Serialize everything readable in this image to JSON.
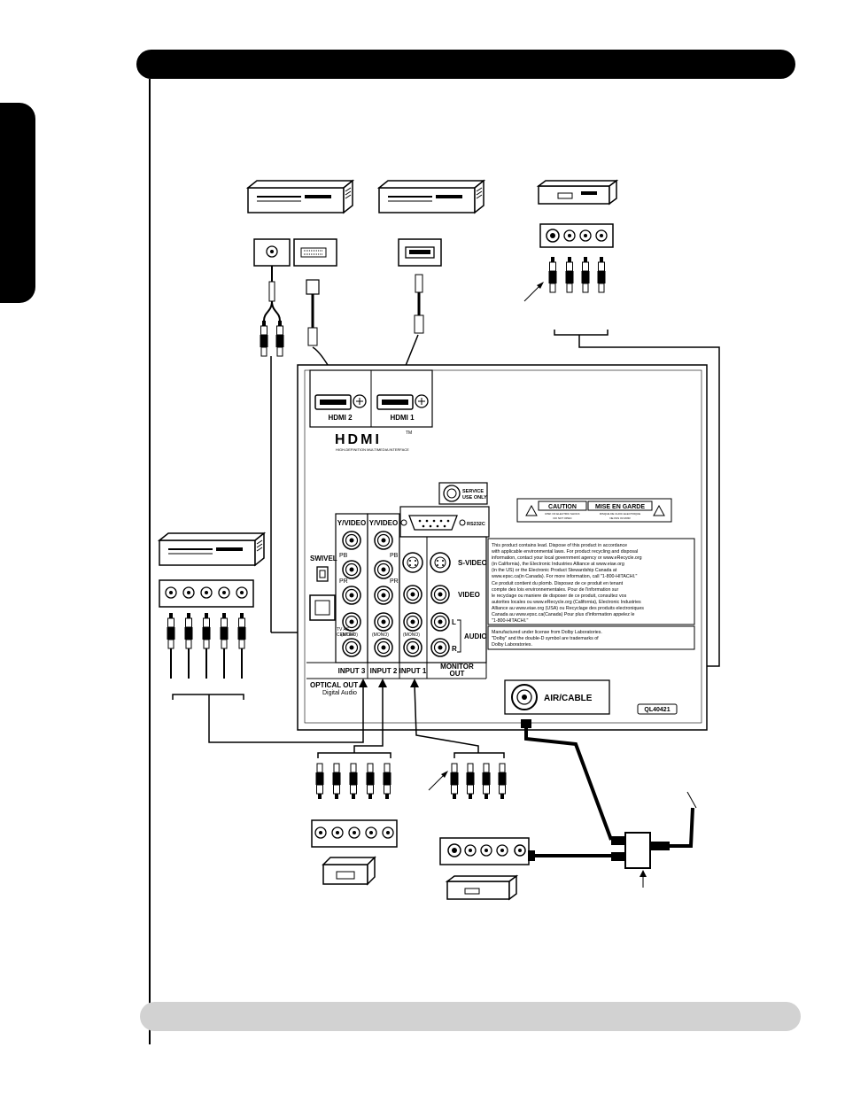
{
  "hdmi": {
    "port2_label": "HDMI 2",
    "port1_label": "HDMI 1",
    "logo_text": "HDMI",
    "tm": "TM",
    "subtitle": "HIGH-DEFINITION MULTIMEDIA INTERFACE"
  },
  "service": {
    "line1": "SERVICE",
    "line2": "USE ONLY"
  },
  "rs232": "RS232C",
  "caution": {
    "en_title": "CAUTION",
    "fr_title": "MISE EN GARDE",
    "en_line1": "RISK OF ELECTRIC SHOCK",
    "en_line2": "DO NOT OPEN",
    "fr_line1": "RISQUE DE CHOC ELECTRIQUE",
    "fr_line2": "NE PAS OUVRIR"
  },
  "panel": {
    "y_video_3": "Y/VIDEO",
    "y_video_2": "Y/VIDEO",
    "pb": "PB",
    "pr": "PR",
    "mono": "(MONO)",
    "s_video": "S-VIDEO",
    "video": "VIDEO",
    "audio": "AUDIO",
    "l": "L",
    "r": "R",
    "swivel": "SWIVEL",
    "tv_as_center_1": "TV AS",
    "tv_as_center_2": "CENTER",
    "input3": "INPUT 3",
    "input2": "INPUT 2",
    "input1": "INPUT 1",
    "monitor_1": "MONITOR",
    "monitor_2": "OUT",
    "optical_out": "OPTICAL OUT",
    "digital_audio": "Digital Audio",
    "air_cable": "AIR/CABLE",
    "model_code": "QL40421"
  },
  "notice": {
    "lines": [
      "This product contains lead. Dispose of this product in accordance",
      "with applicable environmental laws. For product recycling and disposal",
      "information, contact your local government agency or www.eRecycle.org",
      "(in California), the Electronic Industries Alliance at www.eiae.org",
      "(in the US) or the Electronic Product Stewardship Canada at",
      "www.epsc.ca(in Canada). For more information, call \"1-800-HITACHI.\"",
      "Ce produit contient du plomb. Disposez de ce produit en tenant",
      "compte des lois environnementales. Pour de l'information sur",
      "le recyclage ou maniere de disposer de ce produit, consultez vos",
      "autorites locales ou www.eRecycle.org (California), Electronic Industries",
      "Alliance au www.eiae.org (USA) ou Recyclage des produits electroniques",
      "Canada au www.epsc.ca(Canada) Pour plus d'information appelez le",
      "\"1-800-HITACHI.\""
    ],
    "dolby_lines": [
      "Manufactured under license from Dolby Laboratories.",
      "\"Dolby\" and the double-D symbol are trademarks of",
      "Dolby Laboratories."
    ]
  }
}
